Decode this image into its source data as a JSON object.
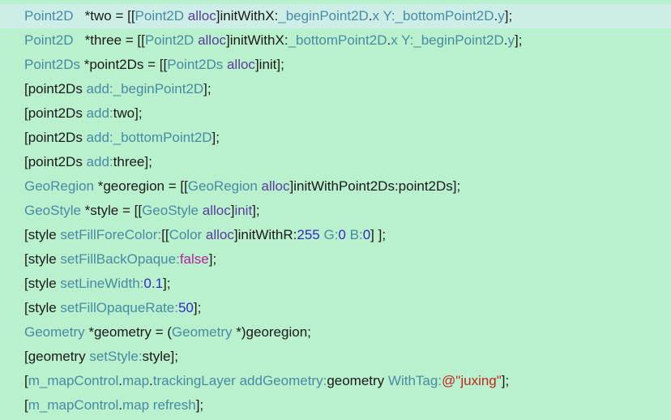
{
  "code_lines": [
    [
      [
        "type",
        "Point2D"
      ],
      [
        "plain",
        "   *two = [["
      ],
      [
        "type",
        "Point2D"
      ],
      [
        "plain",
        " "
      ],
      [
        "kw",
        "alloc"
      ],
      [
        "plain",
        "]initWithX:"
      ],
      [
        "method",
        "_beginPoint2D"
      ],
      [
        "plain",
        "."
      ],
      [
        "method",
        "x"
      ],
      [
        "plain",
        " "
      ],
      [
        "method",
        "Y:"
      ],
      [
        "method",
        "_bottomPoint2D"
      ],
      [
        "plain",
        "."
      ],
      [
        "method",
        "y"
      ],
      [
        "plain",
        "];"
      ]
    ],
    [
      [
        "type",
        "Point2D"
      ],
      [
        "plain",
        "   *three = [["
      ],
      [
        "type",
        "Point2D"
      ],
      [
        "plain",
        " "
      ],
      [
        "kw",
        "alloc"
      ],
      [
        "plain",
        "]initWithX:"
      ],
      [
        "method",
        "_bottomPoint2D"
      ],
      [
        "plain",
        "."
      ],
      [
        "method",
        "x"
      ],
      [
        "plain",
        " "
      ],
      [
        "method",
        "Y:"
      ],
      [
        "method",
        "_beginPoint2D"
      ],
      [
        "plain",
        "."
      ],
      [
        "method",
        "y"
      ],
      [
        "plain",
        "];"
      ]
    ],
    [
      [
        "type",
        "Point2Ds"
      ],
      [
        "plain",
        " *point2Ds = [["
      ],
      [
        "type",
        "Point2Ds"
      ],
      [
        "plain",
        " "
      ],
      [
        "kw",
        "alloc"
      ],
      [
        "plain",
        "]init];"
      ]
    ],
    [
      [
        "plain",
        "[point2Ds "
      ],
      [
        "method",
        "add:"
      ],
      [
        "method",
        "_beginPoint2D"
      ],
      [
        "plain",
        "];"
      ]
    ],
    [
      [
        "plain",
        "[point2Ds "
      ],
      [
        "method",
        "add:"
      ],
      [
        "plain",
        "two];"
      ]
    ],
    [
      [
        "plain",
        "[point2Ds "
      ],
      [
        "method",
        "add:"
      ],
      [
        "method",
        "_bottomPoint2D"
      ],
      [
        "plain",
        "];"
      ]
    ],
    [
      [
        "plain",
        "[point2Ds "
      ],
      [
        "method",
        "add:"
      ],
      [
        "plain",
        "three];"
      ]
    ],
    [
      [
        "type",
        "GeoRegion"
      ],
      [
        "plain",
        " *georegion = [["
      ],
      [
        "type",
        "GeoRegion"
      ],
      [
        "plain",
        " "
      ],
      [
        "kw",
        "alloc"
      ],
      [
        "plain",
        "]initWithPoint2Ds:point2Ds];"
      ]
    ],
    [
      [
        "type",
        "GeoStyle"
      ],
      [
        "plain",
        " *style = [["
      ],
      [
        "type",
        "GeoStyle"
      ],
      [
        "plain",
        " "
      ],
      [
        "kw",
        "alloc"
      ],
      [
        "plain",
        "]"
      ],
      [
        "kw",
        "init"
      ],
      [
        "plain",
        "];"
      ]
    ],
    [
      [
        "plain",
        "[style "
      ],
      [
        "method",
        "setFillForeColor:"
      ],
      [
        "plain",
        "[["
      ],
      [
        "type",
        "Color"
      ],
      [
        "plain",
        " "
      ],
      [
        "kw",
        "alloc"
      ],
      [
        "plain",
        "]initWithR:"
      ],
      [
        "num",
        "255"
      ],
      [
        "plain",
        " "
      ],
      [
        "method",
        "G:"
      ],
      [
        "num",
        "0"
      ],
      [
        "plain",
        " "
      ],
      [
        "method",
        "B:"
      ],
      [
        "num",
        "0"
      ],
      [
        "plain",
        "] ];"
      ]
    ],
    [
      [
        "plain",
        "[style "
      ],
      [
        "method",
        "setFillBackOpaque:"
      ],
      [
        "bool",
        "false"
      ],
      [
        "plain",
        "];"
      ]
    ],
    [
      [
        "plain",
        "[style "
      ],
      [
        "method",
        "setLineWidth:"
      ],
      [
        "num",
        "0.1"
      ],
      [
        "plain",
        "];"
      ]
    ],
    [
      [
        "plain",
        "[style "
      ],
      [
        "method",
        "setFillOpaqueRate:"
      ],
      [
        "num",
        "50"
      ],
      [
        "plain",
        "];"
      ]
    ],
    [
      [
        "type",
        "Geometry"
      ],
      [
        "plain",
        " *geometry = ("
      ],
      [
        "type",
        "Geometry"
      ],
      [
        "plain",
        " *)georegion;"
      ]
    ],
    [
      [
        "plain",
        "[geometry "
      ],
      [
        "method",
        "setStyle:"
      ],
      [
        "plain",
        "style];"
      ]
    ],
    [
      [
        "plain",
        "["
      ],
      [
        "method",
        "m_mapControl"
      ],
      [
        "plain",
        "."
      ],
      [
        "method",
        "map"
      ],
      [
        "plain",
        "."
      ],
      [
        "method",
        "trackingLayer"
      ],
      [
        "plain",
        " "
      ],
      [
        "method",
        "addGeometry:"
      ],
      [
        "plain",
        "geometry "
      ],
      [
        "method",
        "WithTag:"
      ],
      [
        "str",
        "@\"juxing\""
      ],
      [
        "plain",
        "];"
      ]
    ],
    [
      [
        "plain",
        "["
      ],
      [
        "method",
        "m_mapControl"
      ],
      [
        "plain",
        "."
      ],
      [
        "method",
        "map"
      ],
      [
        "plain",
        " "
      ],
      [
        "method",
        "refresh"
      ],
      [
        "plain",
        "];"
      ]
    ]
  ]
}
